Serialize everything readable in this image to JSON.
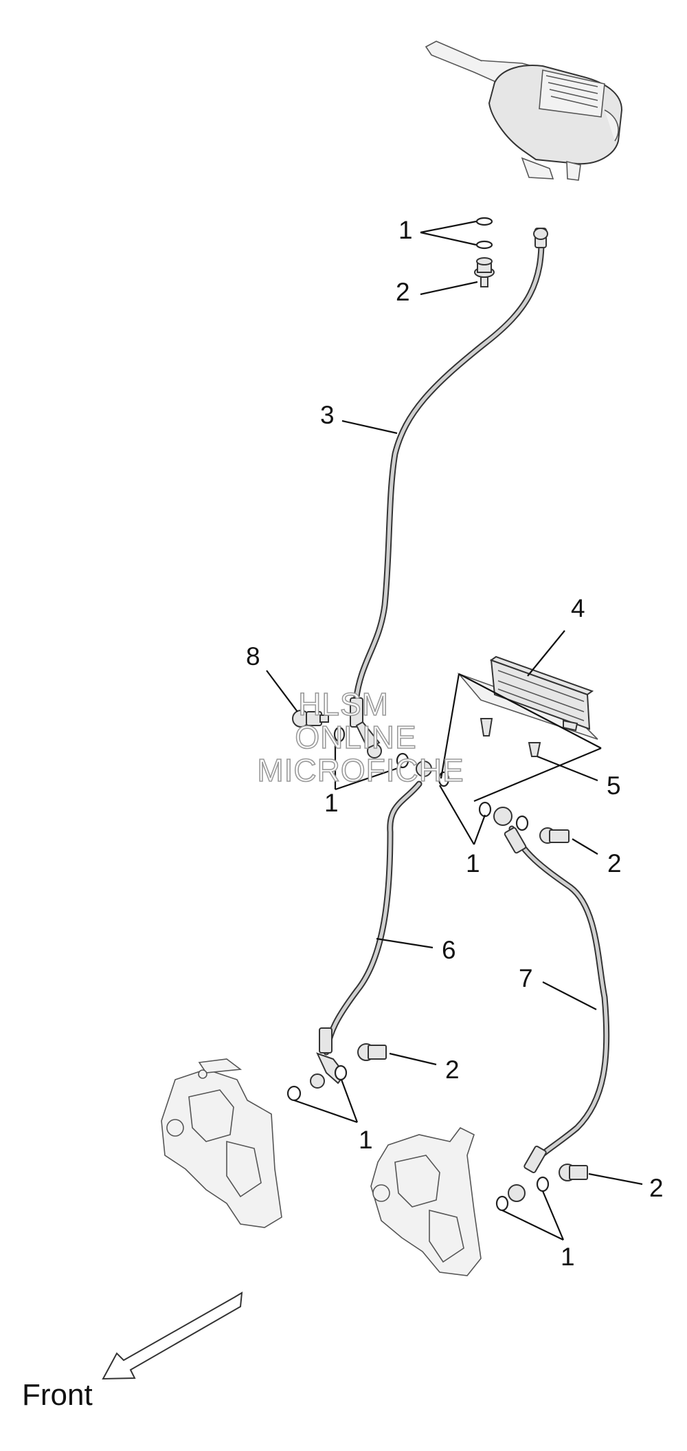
{
  "callouts": {
    "c1_top": "1",
    "c2_top": "2",
    "c3": "3",
    "c4": "4",
    "c5": "5",
    "c8": "8",
    "c1_left_mid": "1",
    "c1_right_mid": "1",
    "c2_mid": "2",
    "c6": "6",
    "c7": "7",
    "c2_low_left": "2",
    "c1_low_left": "1",
    "c2_low_right": "2",
    "c1_low_right": "1"
  },
  "front_label": "Front",
  "watermark": {
    "line1": "HLSM",
    "line2": "ONLINE",
    "line3": "MICROFICHE"
  }
}
